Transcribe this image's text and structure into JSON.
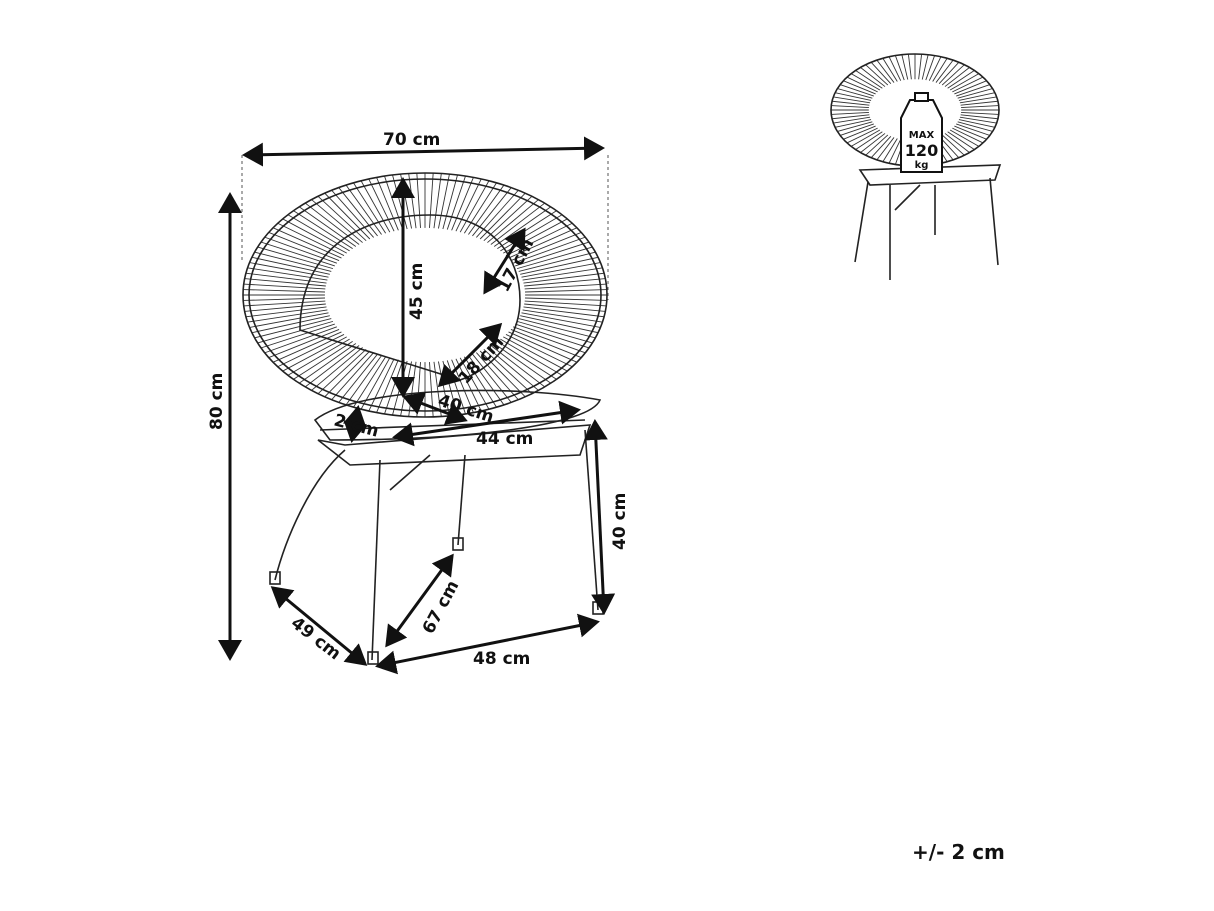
{
  "dimensions": {
    "width": "70 cm",
    "height": "80 cm",
    "back_height": "45 cm",
    "rim_width": "17 cm",
    "opening": "18 cm",
    "seat_depth": "40 cm",
    "seat_thickness": "2 cm",
    "seat_width": "44 cm",
    "seat_height": "40 cm",
    "leg_diagonal": "67 cm",
    "base_depth": "49 cm",
    "base_width": "48 cm"
  },
  "load_badge": {
    "line1": "MAX",
    "line2": "120",
    "line3": "kg"
  },
  "tolerance": "+/- 2 cm",
  "colors": {
    "line": "#111111",
    "background": "#ffffff"
  }
}
